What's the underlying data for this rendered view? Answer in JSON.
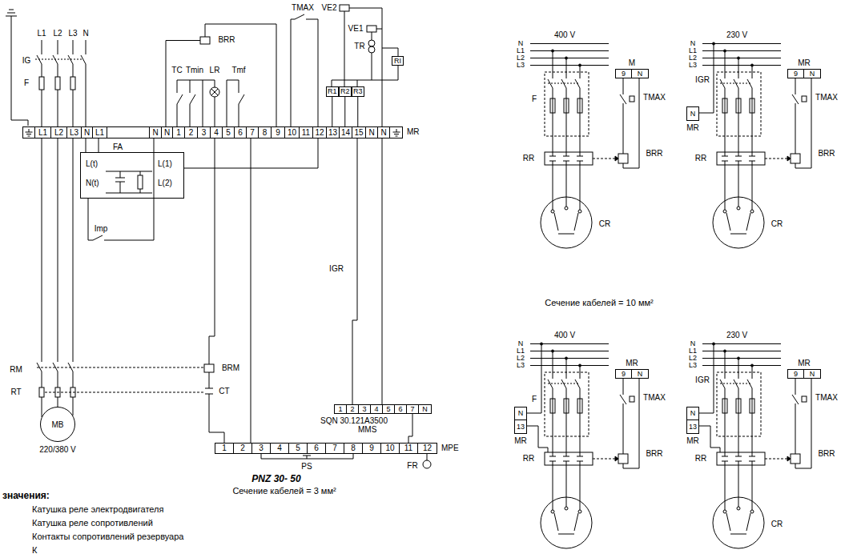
{
  "diagram": {
    "title": "PNZ 30- 50",
    "caption": "Сечение кабелей = 3 мм²",
    "nodes": [
      {
        "text": [
          "R1"
        ]
      },
      {
        "text": [
          "R2"
        ]
      },
      {
        "text": [
          "R3"
        ]
      },
      {
        "text": [
          "RI"
        ]
      },
      {
        "text": [
          "L1",
          "L2",
          "L3",
          "N",
          "L1",
          "N",
          "N",
          "1",
          "2",
          "3",
          "4",
          "5",
          "6",
          "7",
          "8",
          "9",
          "10",
          "11",
          "12",
          "13",
          "14",
          "15",
          "N",
          "N",
          "MR"
        ]
      },
      {
        "text": [
          "FA",
          "L(t)",
          "N(t)",
          "L(1)",
          "L(2)"
        ]
      },
      {
        "text": [
          "1",
          "2",
          "3",
          "4",
          "5",
          "6",
          "7",
          "N",
          "SQN 30.121A3500",
          "MMS"
        ]
      },
      {
        "text": [
          "MB",
          "220/380 V"
        ]
      },
      {
        "text": [
          "1",
          "2",
          "3",
          "4",
          "5",
          "6",
          "7",
          "8",
          "9",
          "10",
          "11",
          "12",
          "MPE"
        ]
      },
      {
        "text": [
          "9",
          "N",
          "M"
        ]
      },
      {
        "text": [
          "9",
          "N",
          "MR"
        ]
      },
      {
        "text": [
          "N",
          "MR"
        ]
      },
      {
        "text": [
          "9",
          "N",
          "MR"
        ]
      },
      {
        "text": [
          "N",
          "13",
          "MR"
        ]
      },
      {
        "text": [
          "9",
          "N",
          "MR"
        ]
      },
      {
        "text": [
          "N",
          "13",
          "MR"
        ]
      }
    ],
    "edges": [
      {
        "from": 0,
        "to": 4,
        "arrow": "none"
      },
      {
        "from": 1,
        "to": 4,
        "arrow": "none"
      },
      {
        "from": 2,
        "to": 4,
        "arrow": "none"
      },
      {
        "from": 5,
        "to": 4,
        "arrow": "none"
      },
      {
        "from": 4,
        "to": 6,
        "arrow": "none"
      },
      {
        "from": 4,
        "to": 8,
        "arrow": "none"
      }
    ],
    "labels": [
      "L1",
      "L2",
      "L3",
      "N",
      "IG",
      "F",
      "BRR",
      "TMAX",
      "VE2",
      "VE1",
      "TR",
      "TC",
      "Tmin",
      "LR",
      "Tmf",
      "Imp",
      "IGR",
      "RM",
      "BRM",
      "RT",
      "CT",
      "PS",
      "FR",
      "Сечение кабелей = 10 мм²",
      "400 V",
      "N",
      "L1",
      "L2",
      "L3",
      "F",
      "TMAX",
      "BRR",
      "RR",
      "CR",
      "230 V",
      "N",
      "L1",
      "L2",
      "L3",
      "IGR",
      "TMAX",
      "BRR",
      "RR",
      "CR",
      "400 V",
      "N",
      "L1",
      "L2",
      "L3",
      "F",
      "TMAX",
      "BRR",
      "RR",
      "230 V",
      "N",
      "L1",
      "L2",
      "L3",
      "IGR",
      "TMAX",
      "BRR",
      "RR",
      "CR",
      "значения:",
      "Катушка реле электродвигателя",
      "Катушка реле сопротивлений",
      "Контакты сопротивлений резервуара",
      "К"
    ]
  }
}
